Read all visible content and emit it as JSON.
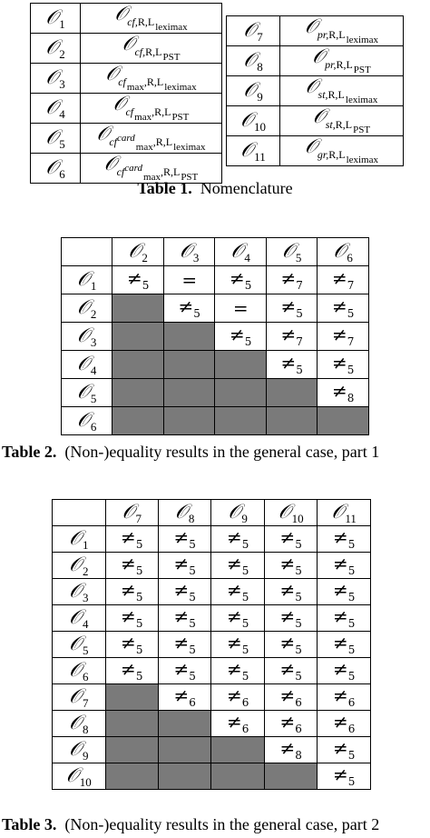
{
  "table1": {
    "left_rows": [
      {
        "id": "1",
        "sub": "cf,",
        "rl": "R,L",
        "tail": "leximax",
        "kind": "plain"
      },
      {
        "id": "2",
        "sub": "cf,",
        "rl": "R,L",
        "tail": "PST",
        "kind": "plain"
      },
      {
        "id": "3",
        "sub": "cf",
        "sub2": "max",
        "rl": ",R,L",
        "tail": "leximax",
        "kind": "max"
      },
      {
        "id": "4",
        "sub": "cf",
        "sub2": "max",
        "rl": ",R,L",
        "tail": "PST",
        "kind": "max"
      },
      {
        "id": "5",
        "sub": "cf",
        "sup": "card",
        "sub2": "max",
        "rl": ",R,L",
        "tail": "leximax",
        "kind": "card"
      },
      {
        "id": "6",
        "sub": "cf",
        "sup": "card",
        "sub2": "max",
        "rl": ",R,L",
        "tail": "PST",
        "kind": "card"
      }
    ],
    "right_rows": [
      {
        "id": "7",
        "sub": "pr,",
        "rl": "R,L",
        "tail": "leximax"
      },
      {
        "id": "8",
        "sub": "pr,",
        "rl": "R,L",
        "tail": "PST"
      },
      {
        "id": "9",
        "sub": "st,",
        "rl": "R,L",
        "tail": "leximax"
      },
      {
        "id": "10",
        "sub": "st,",
        "rl": "R,L",
        "tail": "PST"
      },
      {
        "id": "11",
        "sub": "gr,",
        "rl": "R,L",
        "tail": "leximax"
      }
    ],
    "caption_label": "Table 1.",
    "caption_text": "Nomenclature"
  },
  "table2": {
    "col_ids": [
      "2",
      "3",
      "4",
      "5",
      "6"
    ],
    "row_ids": [
      "1",
      "2",
      "3",
      "4",
      "5",
      "6"
    ],
    "cells": [
      [
        {
          "op": "≠",
          "n": "5"
        },
        {
          "op": "=",
          "n": ""
        },
        {
          "op": "≠",
          "n": "5"
        },
        {
          "op": "≠",
          "n": "7"
        },
        {
          "op": "≠",
          "n": "7"
        }
      ],
      [
        null,
        {
          "op": "≠",
          "n": "5"
        },
        {
          "op": "=",
          "n": ""
        },
        {
          "op": "≠",
          "n": "5"
        },
        {
          "op": "≠",
          "n": "5"
        }
      ],
      [
        null,
        null,
        {
          "op": "≠",
          "n": "5"
        },
        {
          "op": "≠",
          "n": "7"
        },
        {
          "op": "≠",
          "n": "7"
        }
      ],
      [
        null,
        null,
        null,
        {
          "op": "≠",
          "n": "5"
        },
        {
          "op": "≠",
          "n": "5"
        }
      ],
      [
        null,
        null,
        null,
        null,
        {
          "op": "≠",
          "n": "8"
        }
      ],
      [
        null,
        null,
        null,
        null,
        null
      ]
    ],
    "caption_label": "Table 2.",
    "caption_text": "(Non-)equality results in the general case, part 1"
  },
  "table3": {
    "col_ids": [
      "7",
      "8",
      "9",
      "10",
      "11"
    ],
    "row_ids": [
      "1",
      "2",
      "3",
      "4",
      "5",
      "6",
      "7",
      "8",
      "9",
      "10"
    ],
    "cells": [
      [
        {
          "op": "≠",
          "n": "5"
        },
        {
          "op": "≠",
          "n": "5"
        },
        {
          "op": "≠",
          "n": "5"
        },
        {
          "op": "≠",
          "n": "5"
        },
        {
          "op": "≠",
          "n": "5"
        }
      ],
      [
        {
          "op": "≠",
          "n": "5"
        },
        {
          "op": "≠",
          "n": "5"
        },
        {
          "op": "≠",
          "n": "5"
        },
        {
          "op": "≠",
          "n": "5"
        },
        {
          "op": "≠",
          "n": "5"
        }
      ],
      [
        {
          "op": "≠",
          "n": "5"
        },
        {
          "op": "≠",
          "n": "5"
        },
        {
          "op": "≠",
          "n": "5"
        },
        {
          "op": "≠",
          "n": "5"
        },
        {
          "op": "≠",
          "n": "5"
        }
      ],
      [
        {
          "op": "≠",
          "n": "5"
        },
        {
          "op": "≠",
          "n": "5"
        },
        {
          "op": "≠",
          "n": "5"
        },
        {
          "op": "≠",
          "n": "5"
        },
        {
          "op": "≠",
          "n": "5"
        }
      ],
      [
        {
          "op": "≠",
          "n": "5"
        },
        {
          "op": "≠",
          "n": "5"
        },
        {
          "op": "≠",
          "n": "5"
        },
        {
          "op": "≠",
          "n": "5"
        },
        {
          "op": "≠",
          "n": "5"
        }
      ],
      [
        {
          "op": "≠",
          "n": "5"
        },
        {
          "op": "≠",
          "n": "5"
        },
        {
          "op": "≠",
          "n": "5"
        },
        {
          "op": "≠",
          "n": "5"
        },
        {
          "op": "≠",
          "n": "5"
        }
      ],
      [
        null,
        {
          "op": "≠",
          "n": "6"
        },
        {
          "op": "≠",
          "n": "6"
        },
        {
          "op": "≠",
          "n": "6"
        },
        {
          "op": "≠",
          "n": "6"
        }
      ],
      [
        null,
        null,
        {
          "op": "≠",
          "n": "6"
        },
        {
          "op": "≠",
          "n": "6"
        },
        {
          "op": "≠",
          "n": "6"
        }
      ],
      [
        null,
        null,
        null,
        {
          "op": "≠",
          "n": "8"
        },
        {
          "op": "≠",
          "n": "5"
        }
      ],
      [
        null,
        null,
        null,
        null,
        {
          "op": "≠",
          "n": "5"
        }
      ]
    ],
    "caption_label": "Table 3.",
    "caption_text": "(Non-)equality results in the general case, part 2"
  }
}
